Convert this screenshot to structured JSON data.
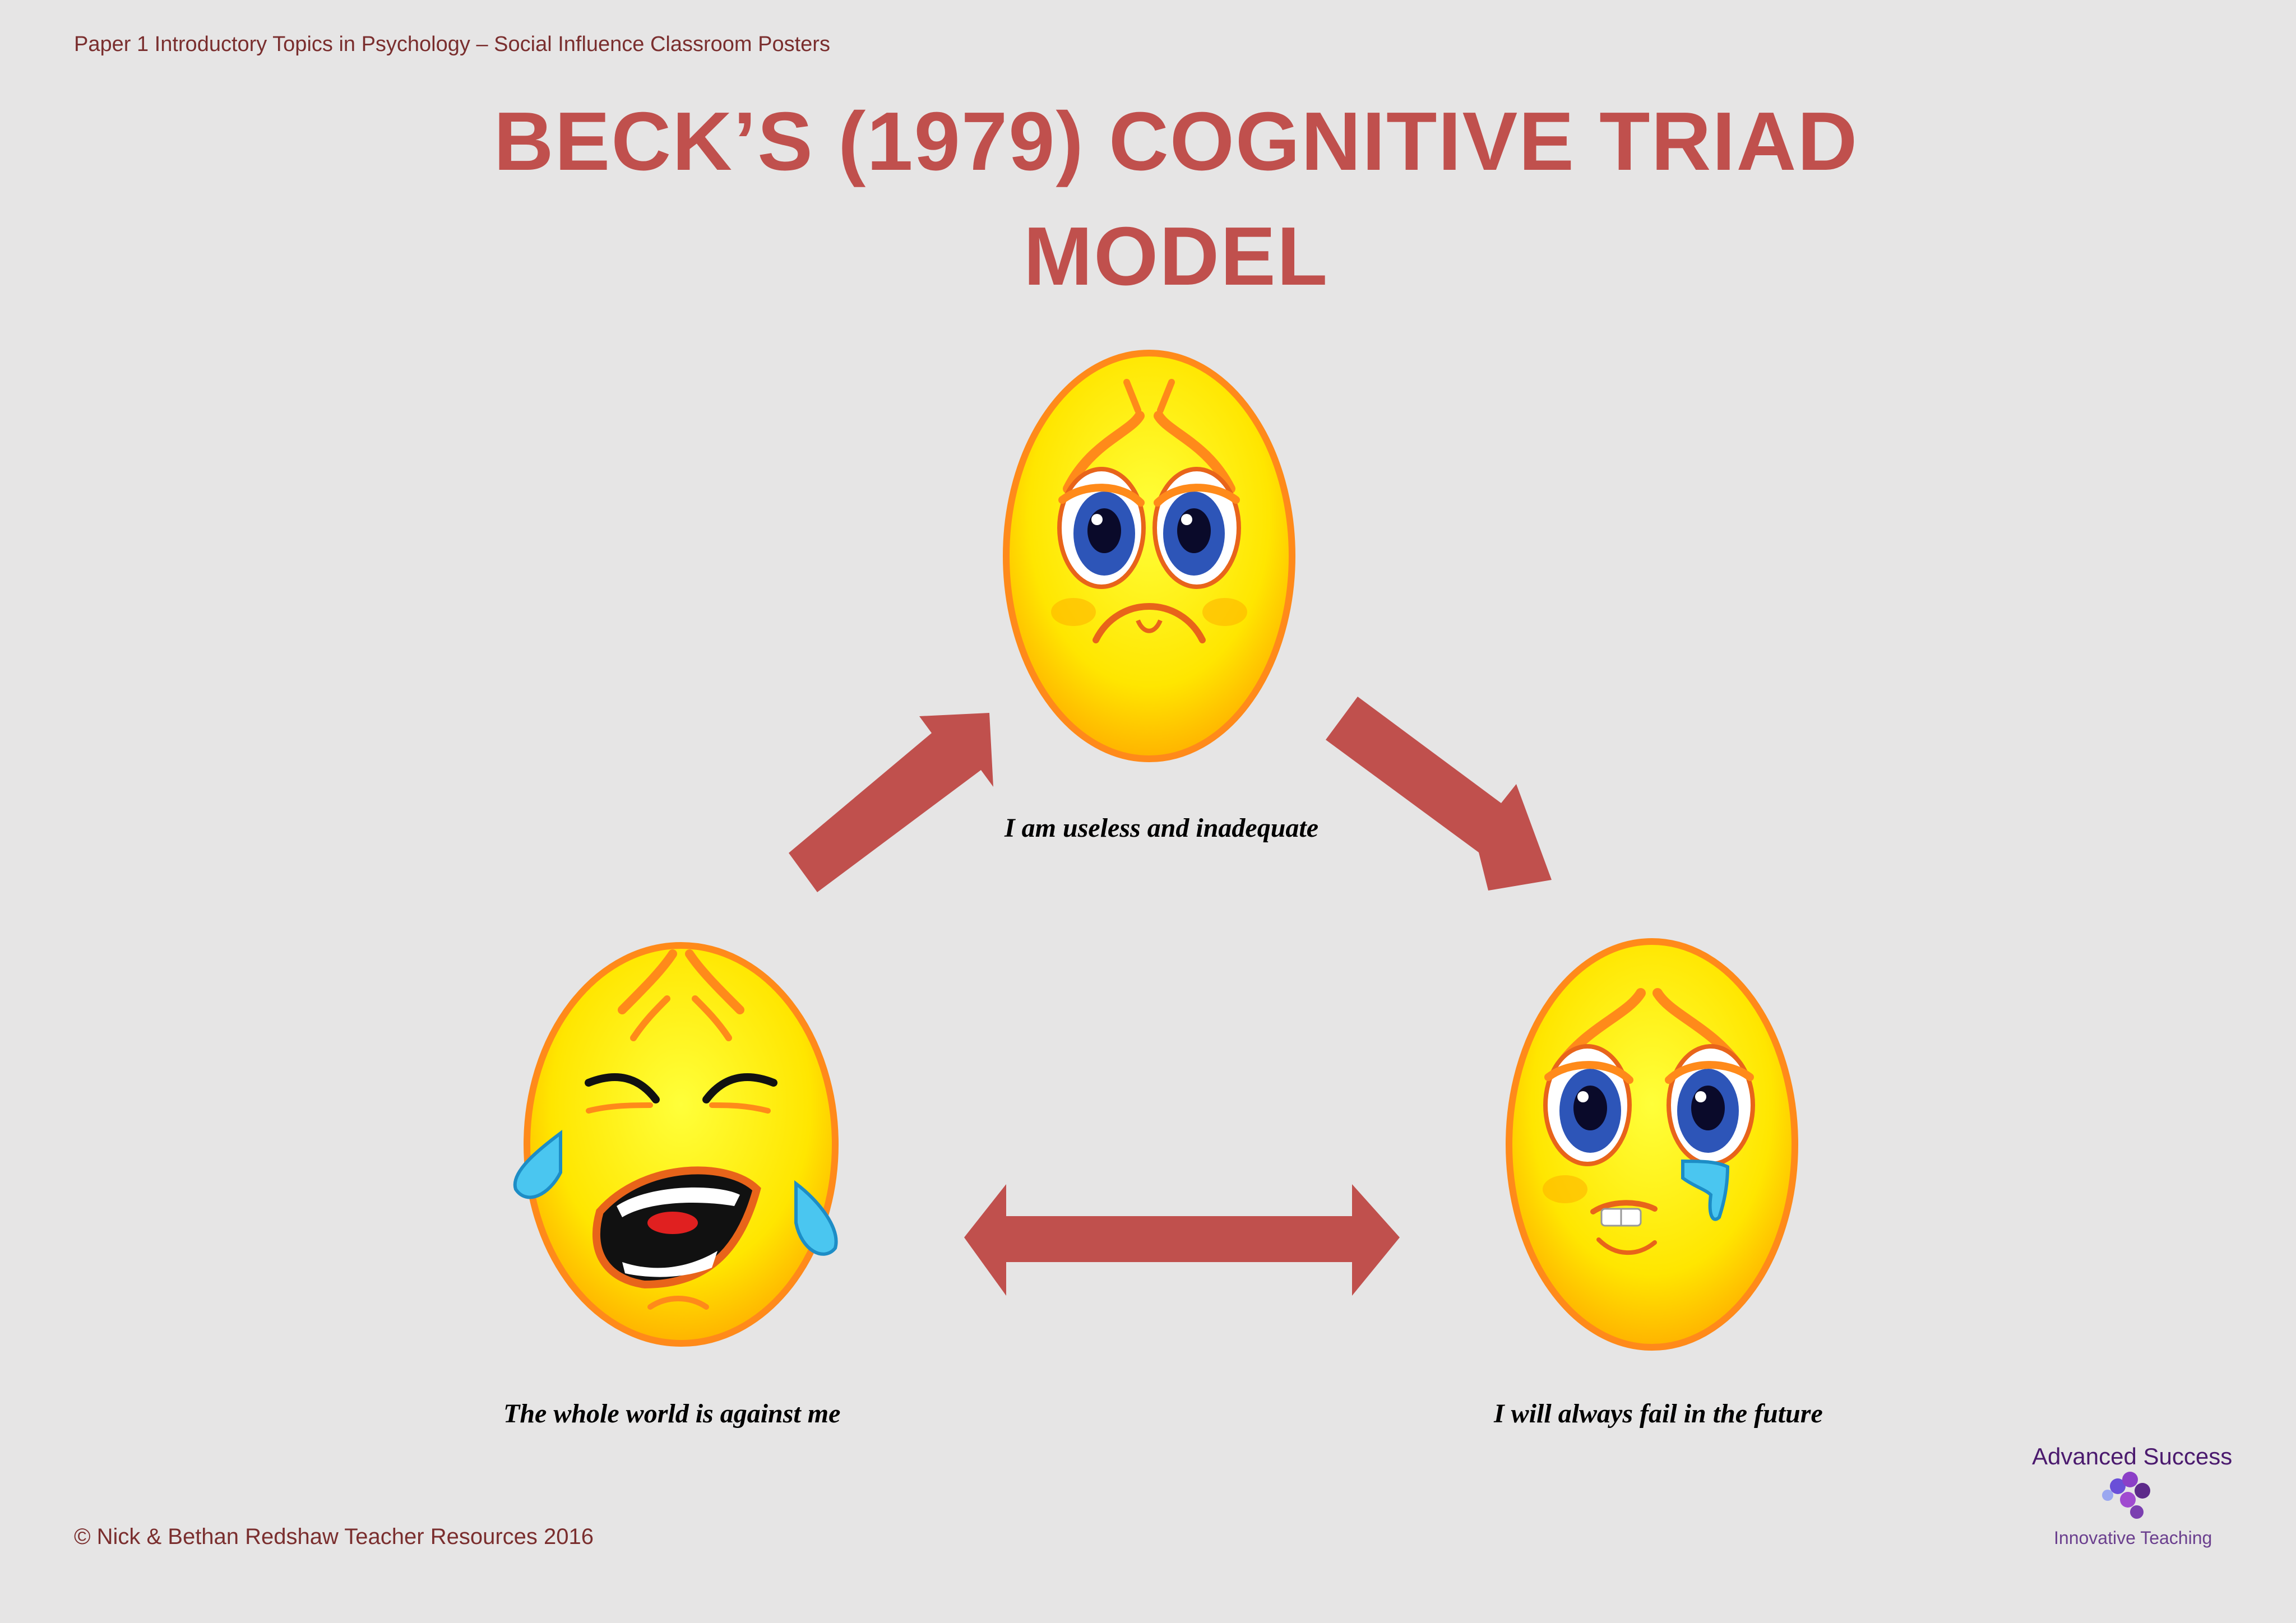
{
  "header": "Paper 1 Introductory Topics in Psychology – Social Influence Classroom Posters",
  "title": {
    "line1": "BECK’S (1979) COGNITIVE TRIAD",
    "line2": "MODEL"
  },
  "nodes": [
    {
      "id": "self",
      "caption": "I am useless and inadequate",
      "face": "sad-face-icon"
    },
    {
      "id": "world",
      "caption": "The whole world is against me",
      "face": "crying-face-icon"
    },
    {
      "id": "future",
      "caption": "I will always fail in the future",
      "face": "tearful-face-icon"
    }
  ],
  "footer": "© Nick & Bethan Redshaw Teacher Resources 2016",
  "logo": {
    "name": "Advanced Success",
    "tagline": "Innovative Teaching"
  },
  "colors": {
    "accent": "#c0504d",
    "background": "#e6e5e5",
    "face_fill": "#ffe600",
    "face_outline": "#ff8a1a"
  }
}
